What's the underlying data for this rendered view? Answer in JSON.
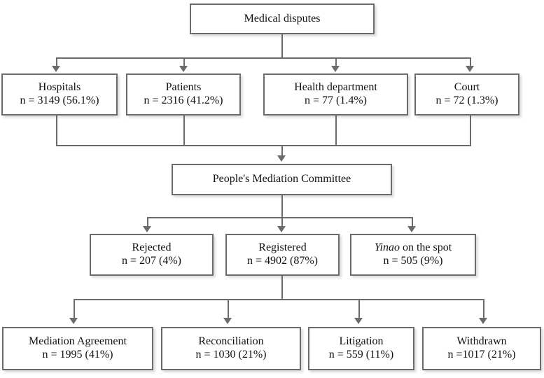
{
  "diagram": {
    "title": "Medical disputes flowchart",
    "line_color": "#6b6b6b",
    "box_fill": "#ffffff",
    "text_color": "#111111"
  },
  "nodes": {
    "root": {
      "title": "Medical disputes",
      "count": ""
    },
    "sources": [
      {
        "title": "Hospitals",
        "count": "n = 3149 (56.1%)"
      },
      {
        "title": "Patients",
        "count": "n = 2316 (41.2%)"
      },
      {
        "title": "Health department",
        "count": "n = 77 (1.4%)"
      },
      {
        "title": "Court",
        "count": "n = 72 (1.3%)"
      }
    ],
    "committee": {
      "title": "People's Mediation Committee",
      "count": ""
    },
    "triage": [
      {
        "title": "Rejected",
        "count": "n = 207 (4%)",
        "italic_prefix": ""
      },
      {
        "title": "Registered",
        "count": "n = 4902 (87%)",
        "italic_prefix": ""
      },
      {
        "title": "on the spot",
        "count": "n = 505 (9%)",
        "italic_prefix": "Yinao"
      }
    ],
    "outcomes": [
      {
        "title": "Mediation Agreement",
        "count": "n = 1995 (41%)"
      },
      {
        "title": "Reconciliation",
        "count": "n = 1030 (21%)"
      },
      {
        "title": "Litigation",
        "count": "n = 559 (11%)"
      },
      {
        "title": "Withdrawn",
        "count": "n =1017 (21%)"
      }
    ]
  },
  "chart_data": {
    "type": "diagram",
    "title": "Medical disputes flowchart",
    "levels": [
      {
        "level": 1,
        "items": [
          {
            "label": "Medical disputes",
            "n": null,
            "pct": null
          }
        ]
      },
      {
        "level": 2,
        "items": [
          {
            "label": "Hospitals",
            "n": 3149,
            "pct": 56.1
          },
          {
            "label": "Patients",
            "n": 2316,
            "pct": 41.2
          },
          {
            "label": "Health department",
            "n": 77,
            "pct": 1.4
          },
          {
            "label": "Court",
            "n": 72,
            "pct": 1.3
          }
        ]
      },
      {
        "level": 3,
        "items": [
          {
            "label": "People's Mediation Committee",
            "n": null,
            "pct": null
          }
        ]
      },
      {
        "level": 4,
        "items": [
          {
            "label": "Rejected",
            "n": 207,
            "pct": 4
          },
          {
            "label": "Registered",
            "n": 4902,
            "pct": 87
          },
          {
            "label": "Yinao on the spot",
            "n": 505,
            "pct": 9
          }
        ]
      },
      {
        "level": 5,
        "items": [
          {
            "label": "Mediation Agreement",
            "n": 1995,
            "pct": 41
          },
          {
            "label": "Reconciliation",
            "n": 1030,
            "pct": 21
          },
          {
            "label": "Litigation",
            "n": 559,
            "pct": 11
          },
          {
            "label": "Withdrawn",
            "n": 1017,
            "pct": 21
          }
        ]
      }
    ],
    "edges": [
      {
        "from": "Medical disputes",
        "to": "Hospitals"
      },
      {
        "from": "Medical disputes",
        "to": "Patients"
      },
      {
        "from": "Medical disputes",
        "to": "Health department"
      },
      {
        "from": "Medical disputes",
        "to": "Court"
      },
      {
        "from": "Hospitals",
        "to": "People's Mediation Committee"
      },
      {
        "from": "Patients",
        "to": "People's Mediation Committee"
      },
      {
        "from": "Health department",
        "to": "People's Mediation Committee"
      },
      {
        "from": "Court",
        "to": "People's Mediation Committee"
      },
      {
        "from": "People's Mediation Committee",
        "to": "Rejected"
      },
      {
        "from": "People's Mediation Committee",
        "to": "Registered"
      },
      {
        "from": "People's Mediation Committee",
        "to": "Yinao on the spot"
      },
      {
        "from": "Registered",
        "to": "Mediation Agreement"
      },
      {
        "from": "Registered",
        "to": "Reconciliation"
      },
      {
        "from": "Registered",
        "to": "Litigation"
      },
      {
        "from": "Registered",
        "to": "Withdrawn"
      }
    ]
  }
}
